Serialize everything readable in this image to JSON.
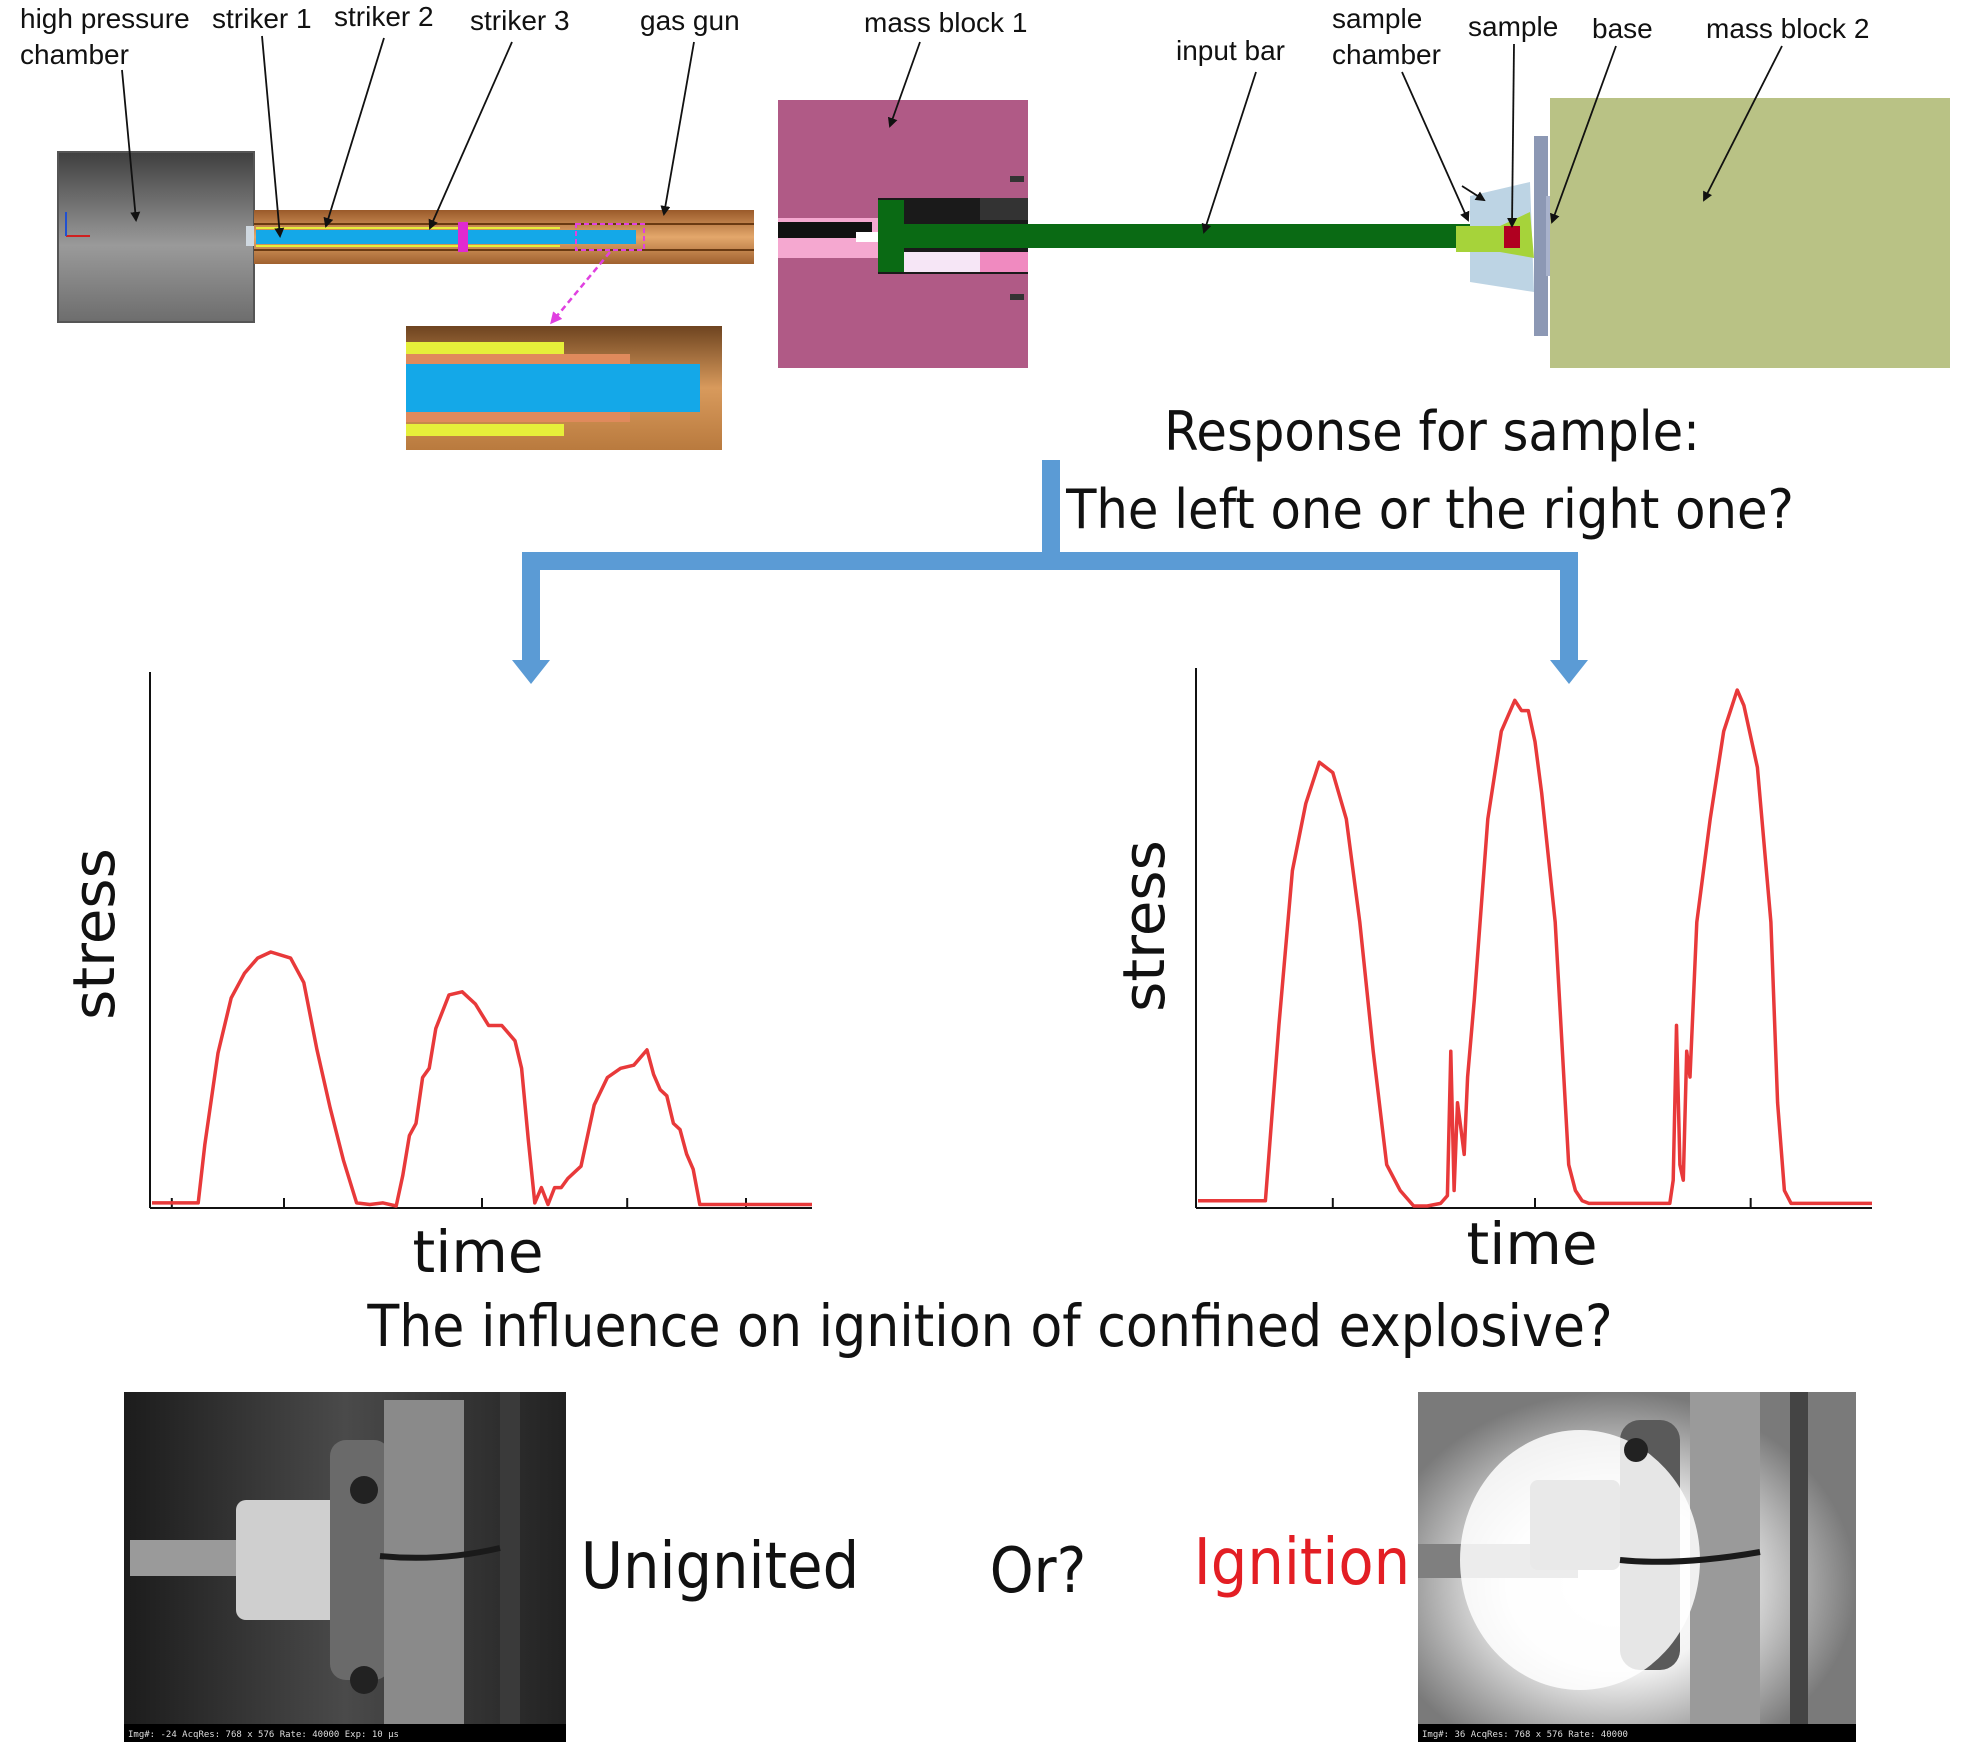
{
  "labels": {
    "high_pressure_chamber_1": "high pressure",
    "high_pressure_chamber_2": "chamber",
    "striker_1": "striker 1",
    "striker_2": "striker 2",
    "striker_3": "striker 3",
    "gas_gun": "gas gun",
    "mass_block_1": "mass block 1",
    "input_bar": "input bar",
    "sample_chamber_1": "sample",
    "sample_chamber_2": "chamber",
    "sample": "sample",
    "base": "base",
    "mass_block_2": "mass block 2"
  },
  "question": {
    "line1": "Response for sample:",
    "line2": "The left one or the right one?"
  },
  "bottom_question": "The influence on ignition of confined explosive?",
  "outcomes": {
    "unignited": "Unignited",
    "or": "Or?",
    "ignition": "Ignition"
  },
  "photo_captions": {
    "left": "Img#: -24  AcqRes: 768 x 576  Rate: 40000  Exp: 10 µs",
    "right": "Img#: 36  AcqRes: 768 x 576  Rate: 40000"
  },
  "colors": {
    "curve": "#e8393a",
    "arrow": "#5b9bd5",
    "ignition_text": "#e31e24",
    "mass_block_1": "#b05a86",
    "mass_block_2": "#b9c285",
    "input_bar": "#0a6a14",
    "barrel": "#c98b55",
    "striker": "#14a8e8"
  },
  "chart_data": [
    {
      "type": "line",
      "xlabel": "time",
      "ylabel": "stress",
      "title": "",
      "xlim": [
        0,
        10
      ],
      "ylim": [
        0,
        10
      ],
      "series": [
        {
          "x": [
            0,
            0.7,
            0.8,
            1.0,
            1.2,
            1.4,
            1.6,
            1.8,
            2.1,
            2.3,
            2.5,
            2.7,
            2.9,
            3.1,
            3.3,
            3.5,
            3.7,
            3.8,
            3.9,
            4.0,
            4.1,
            4.2,
            4.3,
            4.5,
            4.7,
            4.9,
            5.1,
            5.3,
            5.5,
            5.6,
            5.7,
            5.8,
            5.9,
            6.0,
            6.1,
            6.2,
            6.3,
            6.5,
            6.7,
            6.9,
            7.1,
            7.3,
            7.5,
            7.6,
            7.7,
            7.8,
            7.9,
            8.0,
            8.1,
            8.2,
            8.3,
            9.0,
            10.0
          ],
          "y": [
            0.1,
            0.1,
            2.0,
            5.0,
            6.8,
            7.6,
            8.1,
            8.3,
            8.1,
            7.3,
            5.1,
            3.2,
            1.5,
            0.1,
            0.05,
            0.1,
            0.0,
            1.0,
            2.3,
            2.7,
            4.2,
            4.5,
            5.8,
            6.9,
            7.0,
            6.6,
            5.9,
            5.9,
            5.4,
            4.5,
            2.2,
            0.1,
            0.6,
            0.05,
            0.6,
            0.6,
            0.9,
            1.3,
            3.3,
            4.2,
            4.5,
            4.6,
            5.1,
            4.3,
            3.8,
            3.6,
            2.7,
            2.5,
            1.7,
            1.2,
            0.05,
            0.05,
            0.05
          ]
        }
      ]
    },
    {
      "type": "line",
      "xlabel": "time",
      "ylabel": "stress",
      "title": "",
      "xlim": [
        0,
        10
      ],
      "ylim": [
        0,
        10
      ],
      "series": [
        {
          "x": [
            0,
            0.6,
            0.8,
            1.0,
            1.2,
            1.4,
            1.6,
            1.8,
            2.0,
            2.2,
            2.4,
            2.6,
            2.8,
            3.0,
            3.2,
            3.4,
            3.6,
            3.7,
            3.75,
            3.8,
            3.85,
            3.9,
            3.95,
            4.0,
            4.1,
            4.3,
            4.5,
            4.7,
            4.8,
            4.9,
            5.0,
            5.1,
            5.3,
            5.5,
            5.6,
            5.7,
            5.8,
            6.0,
            6.2,
            6.5,
            6.8,
            7.0,
            7.05,
            7.1,
            7.15,
            7.2,
            7.25,
            7.3,
            7.4,
            7.6,
            7.8,
            7.9,
            8.0,
            8.1,
            8.3,
            8.5,
            8.6,
            8.7,
            8.8,
            9.0,
            10.0
          ],
          "y": [
            0.1,
            0.1,
            0.1,
            0.1,
            3.5,
            6.5,
            7.8,
            8.6,
            8.4,
            7.5,
            5.5,
            3.0,
            0.8,
            0.3,
            0.0,
            0.0,
            0.05,
            0.2,
            3.0,
            0.3,
            2.0,
            1.5,
            1.0,
            2.5,
            4.0,
            7.5,
            9.2,
            9.8,
            9.6,
            9.6,
            9.0,
            8.0,
            5.5,
            0.8,
            0.3,
            0.1,
            0.05,
            0.05,
            0.05,
            0.05,
            0.05,
            0.05,
            0.5,
            3.5,
            0.8,
            0.5,
            3.0,
            2.5,
            5.5,
            7.5,
            9.2,
            9.6,
            10.0,
            9.7,
            8.5,
            5.5,
            2.0,
            0.3,
            0.05,
            0.05,
            0.05
          ]
        }
      ]
    }
  ]
}
